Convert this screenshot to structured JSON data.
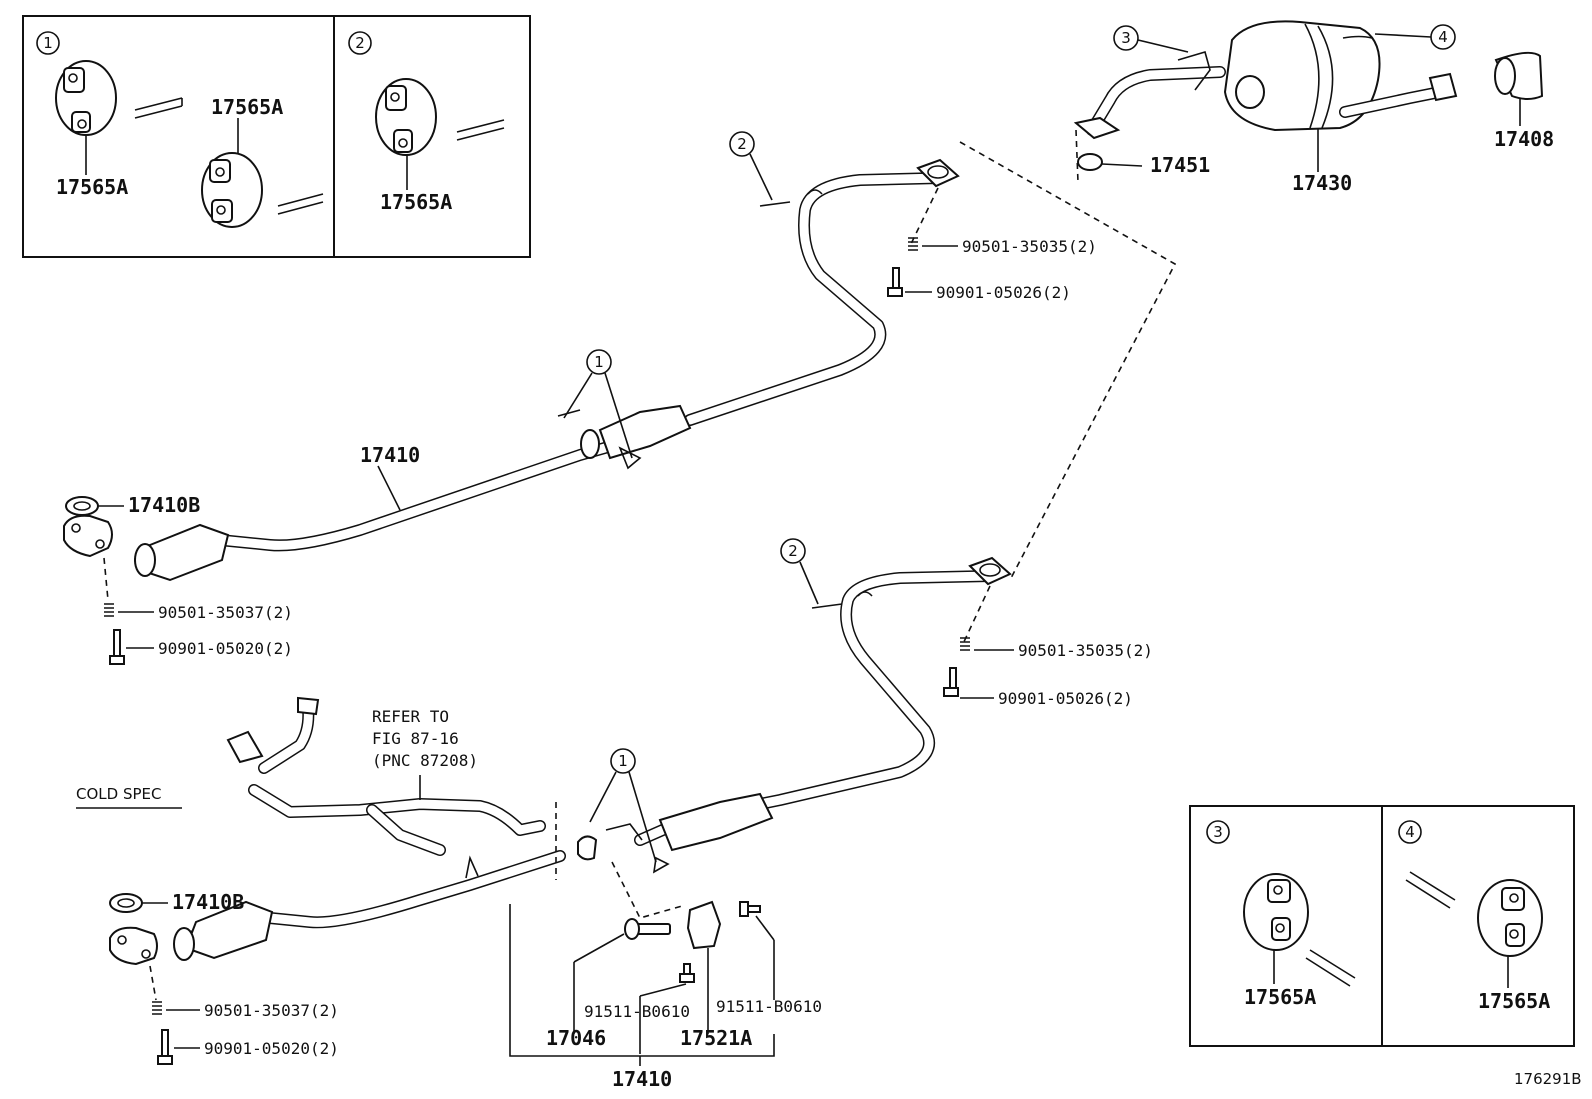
{
  "inset_top_left": {
    "panel_1": {
      "callout": "1",
      "part_a": "17565A",
      "part_b": "17565A"
    },
    "panel_2": {
      "callout": "2",
      "part": "17565A"
    }
  },
  "inset_bottom_right": {
    "panel_3": {
      "callout": "3",
      "part": "17565A"
    },
    "panel_4": {
      "callout": "4",
      "part": "17565A"
    }
  },
  "muffler_assembly": {
    "callout_3": "3",
    "callout_4": "4",
    "tail_pipe": "17408",
    "gasket": "17451",
    "muffler": "17430"
  },
  "upper_assembly": {
    "callout_2": "2",
    "callout_1": "1",
    "pipe": "17410",
    "gasket": "17410B",
    "spring_rear": "90501-35035(2)",
    "bolt_rear": "90901-05026(2)",
    "spring_front": "90501-35037(2)",
    "bolt_front": "90901-05020(2)"
  },
  "lower_assembly": {
    "callout_2": "2",
    "callout_1": "1",
    "spring_rear": "90501-35035(2)",
    "bolt_rear": "90901-05026(2)",
    "refer_line1": "REFER TO",
    "refer_line2": "FIG 87-16",
    "refer_line3": "(PNC 87208)",
    "cold_spec": "COLD SPEC",
    "gasket": "17410B",
    "spring_front": "90501-35037(2)",
    "bolt_front": "90901-05020(2)",
    "bolt_a": "91511-B0610",
    "bolt_b": "91511-B0610",
    "clamp_bolt": "17046",
    "bracket": "17521A",
    "pipe": "17410"
  },
  "figure_id": "176291B"
}
